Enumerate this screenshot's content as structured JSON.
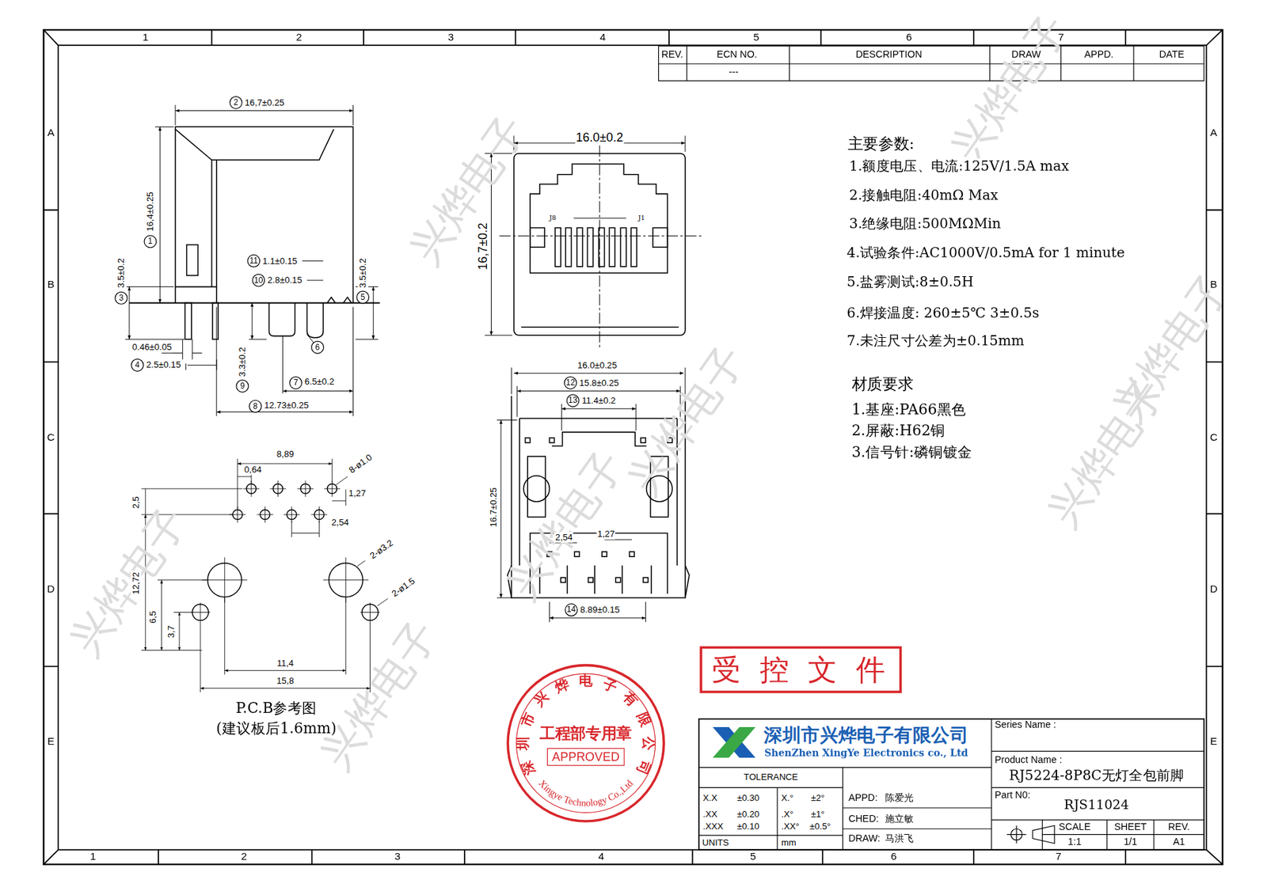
{
  "diagram": {
    "nodes": [
      {
        "text": [
          "深圳市兴烨电子有限公司",
          "工程部专用章",
          "Xingye Technology Co.,Ltd"
        ]
      },
      {
        "text": [
          "APPROVED"
        ],
        "in": 0
      },
      {
        "text": [
          "受 控 文 件"
        ]
      }
    ],
    "labels": [
      "兴烨电子",
      "兴烨电子",
      "兴烨电子",
      "兴烨电子",
      "兴烨电子",
      "兴烨电子",
      "兴烨电子",
      "兴烨电子",
      "1",
      "2",
      "3",
      "4",
      "5",
      "6",
      "7",
      "1",
      "2",
      "3",
      "4",
      "5",
      "6",
      "7",
      "A",
      "B",
      "C",
      "D",
      "E",
      "A",
      "B",
      "C",
      "D",
      "E",
      "REV.",
      "ECN NO.",
      "DESCRIPTION",
      "DRAW",
      "APPD.",
      "DATE",
      "---",
      "2",
      "16,7±0.25",
      "1",
      "16,4±0.25",
      "3",
      "3.5±0.2",
      "11",
      "1.1±0.15",
      "10",
      "2.8±0.15",
      "5",
      "3.5±0.2",
      "0.46±0.05",
      "4",
      "2.5±0.15",
      "6",
      "9",
      "3.3±0.2",
      "7",
      "6.5±0.2",
      "8",
      "12.73±0.25",
      "16.0±0.2",
      "16,7±0.2",
      "J8",
      "J1",
      "16.0±0.25",
      "12",
      "15.8±0.25",
      "13",
      "11.4±0.2",
      "16.7±0.25",
      "2,54",
      "1,27",
      "14",
      "8.89±0.15",
      "8,89",
      "0,64",
      "8-ø1.0",
      "1,27",
      "2,5",
      "2,54",
      "2-ø3.2",
      "2-ø1.5",
      "12,72",
      "6,5",
      "3,7",
      "11,4",
      "15,8",
      "P.C.B参考图",
      "(建议板后1.6mm)",
      "主要参数:",
      "1.额度电压、电流:125V/1.5A max",
      "2.接触电阻:40mΩ Max",
      "3.绝缘电阻:500MΩMin",
      "4.试验条件:AC1000V/0.5mA for 1 minute",
      "5.盐雾测试:8±0.5H",
      "6.焊接温度: 260±5℃ 3±0.5s",
      "7.未注尺寸公差为±0.15mm",
      "材质要求",
      "1.基座:PA66黑色",
      "2.屏蔽:H62铜",
      "3.信号针:磷铜镀金",
      "深圳市兴烨电子有限公司",
      "ShenZhen XingYe Electronics co., Ltd",
      "Series Name :",
      "Product Name :",
      "RJ5224-8P8C无灯全包前脚",
      "Part N0:",
      "RJS11024",
      "SCALE",
      "SHEET",
      "REV.",
      "1:1",
      "1/1",
      "A1",
      "TOLERANCE",
      "X.X",
      "±0.30",
      "X.°",
      "±2°",
      ".XX",
      "±0.20",
      ".X°",
      "±1°",
      ".XXX",
      "±0.10",
      ".XX°",
      "±0.5°",
      "UNITS",
      "mm",
      "APPD:",
      "陈爱光",
      "CHED:",
      "施立敏",
      "DRAW:",
      "马洪飞"
    ]
  }
}
